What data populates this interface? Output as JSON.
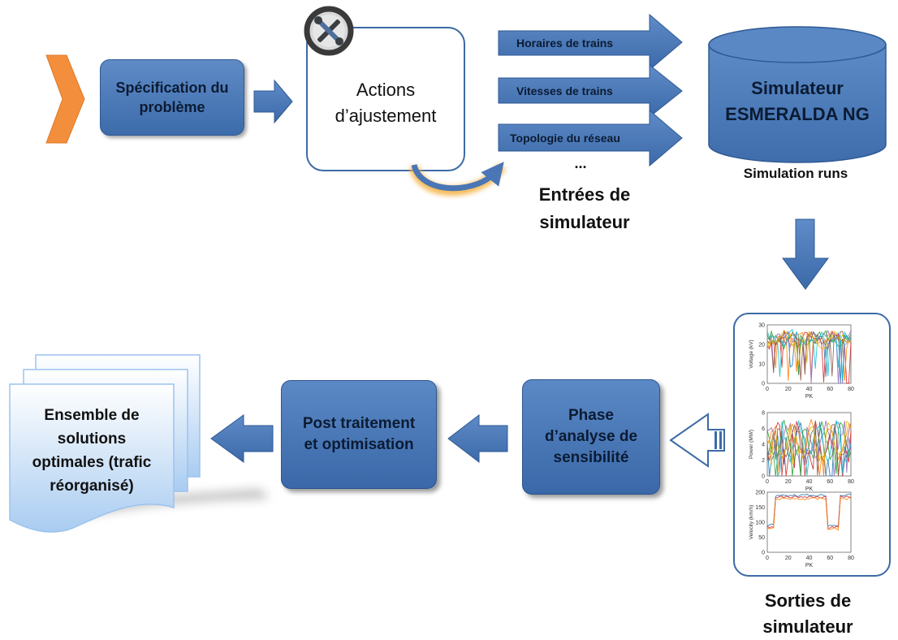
{
  "spec_box": "Spécification du problème",
  "actions_box": "Actions d’ajustement",
  "inputs": [
    "Horaires de trains",
    "Vitesses de trains",
    "Topologie du réseau"
  ],
  "inputs_ellipsis": "...",
  "inputs_caption": "Entrées de simulateur",
  "simulator": {
    "title_line1": "Simulateur",
    "title_line2": "ESMERALDA NG",
    "caption": "Simulation runs"
  },
  "outputs_caption": "Sorties de simulateur",
  "analysis_box": "Phase d’analyse de sensibilité",
  "post_box": "Post traitement et optimisation",
  "result_doc": "Ensemble de solutions optimales (trafic réorganisé)",
  "plots": [
    {
      "ylabel": "Voltage (kV)",
      "xlabel": "PK",
      "yticks": [
        "30",
        "20",
        "10",
        "0"
      ],
      "xticks": [
        "0",
        "20",
        "40",
        "60",
        "80"
      ]
    },
    {
      "ylabel": "Power (MW)",
      "xlabel": "PK",
      "yticks": [
        "8",
        "6",
        "4",
        "2",
        "0"
      ],
      "xticks": [
        "0",
        "20",
        "40",
        "60",
        "80"
      ]
    },
    {
      "ylabel": "Velocity (km/h)",
      "xlabel": "PK",
      "yticks": [
        "200",
        "150",
        "100",
        "50",
        "0"
      ],
      "xticks": [
        "0",
        "20",
        "40",
        "60",
        "80"
      ]
    }
  ],
  "colors": {
    "box_blue": "#4a78b9",
    "arrow_blue": "#4a76b5",
    "start_arrow": "#f28e3c",
    "glow": "#f5b041"
  },
  "icons": [
    "wrench-screwdriver-icon"
  ]
}
